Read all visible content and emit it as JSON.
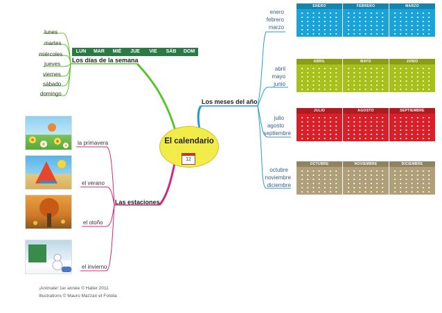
{
  "center": {
    "title": "El calendario"
  },
  "branches": {
    "days": "Los días de la semana",
    "months": "Los meses del año",
    "seasons": "Las estaciones"
  },
  "days_full": [
    "lunes",
    "martes",
    "miércoles",
    "jueves",
    "viernes",
    "sábado",
    "domingo"
  ],
  "days_abbr": [
    "LUN",
    "MAR",
    "MIÉ",
    "JUE",
    "VIE",
    "SÁB",
    "DOM"
  ],
  "month_groups": [
    [
      "enero",
      "febrero",
      "marzo"
    ],
    [
      "abril",
      "mayo",
      "junio"
    ],
    [
      "julio",
      "agosto",
      "septiembre"
    ],
    [
      "octubre",
      "noviembre",
      "diciembre"
    ]
  ],
  "calendar_titles": [
    [
      "ENERO",
      "FEBRERO",
      "MARZO"
    ],
    [
      "ABRIL",
      "MAYO",
      "JUNIO"
    ],
    [
      "JULIO",
      "AGOSTO",
      "SEPTIEMBRE"
    ],
    [
      "OCTUBRE",
      "NOVIEMBRE",
      "DICIEMBRE"
    ]
  ],
  "seasons": [
    "la primavera",
    "el verano",
    "el otoño",
    "el invierno"
  ],
  "credits": {
    "line1": "¡Anímate! 1er année © Hatier 2011",
    "line2": "Illustrations © Mauro Mazzari et Fotolia"
  },
  "colors": {
    "days_branch": "#58c42a",
    "months_branch": "#2a9bc9",
    "seasons_branch": "#d0287a",
    "q1": "#1aa3d6",
    "q2": "#a8c01a",
    "q3": "#d8202a",
    "q4": "#b0a07a"
  }
}
